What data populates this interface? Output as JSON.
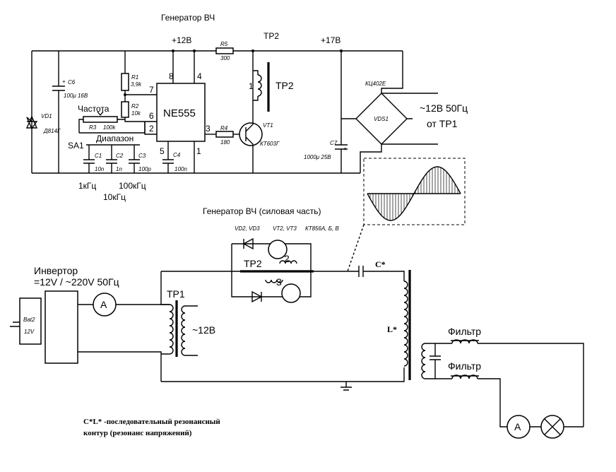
{
  "title": "Генератор ВЧ",
  "power_labels": {
    "plus12": "+12В",
    "plus17": "+17В",
    "tp2_top": "ТР2"
  },
  "ic": {
    "name": "NE555",
    "pins": [
      "8",
      "4",
      "7",
      "6",
      "2",
      "3",
      "5",
      "1"
    ]
  },
  "resistors": [
    {
      "ref": "R5",
      "value": "300"
    },
    {
      "ref": "R1",
      "value": "3,9k"
    },
    {
      "ref": "R2",
      "value": "10k"
    },
    {
      "ref": "R3",
      "value": "100k"
    },
    {
      "ref": "R4",
      "value": "180"
    }
  ],
  "capacitors": [
    {
      "ref": "C6",
      "value": "100μ 16В"
    },
    {
      "ref": "C1",
      "value": "10n"
    },
    {
      "ref": "C2",
      "value": "1n"
    },
    {
      "ref": "C3",
      "value": "100p"
    },
    {
      "ref": "C4",
      "value": "100n"
    },
    {
      "ref": "C7",
      "value": "1000μ 25В"
    }
  ],
  "diode": {
    "ref": "VD1",
    "part": "Д814Г"
  },
  "transistor": {
    "ref": "VT1",
    "part": "КТ603Г"
  },
  "bridge": {
    "part": "КЦ402Е",
    "ref": "VDS1"
  },
  "transformer_label": "ТР2",
  "input_ac": {
    "line1": "~12В 50Гц",
    "line2": "от ТР1"
  },
  "controls": {
    "freq": "Частота",
    "range": "Диапазон",
    "switch": "SA1"
  },
  "range_values": {
    "r1": "1кГц",
    "r2": "100кГц",
    "r3": "10кГц"
  },
  "power_section": {
    "title": "Генератор ВЧ (силовая часть)",
    "diodes": "VD2, VD3",
    "transistors": "VT2, VT3",
    "transistor_part": "КТ856А, Б, В",
    "tp2": "ТР2",
    "winding2": "2",
    "winding3": "3"
  },
  "inverter": {
    "line1": "Инвертор",
    "line2": "=12V / ~220V 50Гц"
  },
  "battery": {
    "ref": "Bat2",
    "voltage": "12V"
  },
  "ammeter": "A",
  "tp1": {
    "ref": "ТР1",
    "voltage": "~12В"
  },
  "resonant": {
    "c": "C*",
    "l": "L*"
  },
  "filters": [
    "Фильтр",
    "Фильтр"
  ],
  "note": {
    "line1": "C*L* -последовательный резонансный",
    "line2": "контур (резонанс напряжений)"
  }
}
